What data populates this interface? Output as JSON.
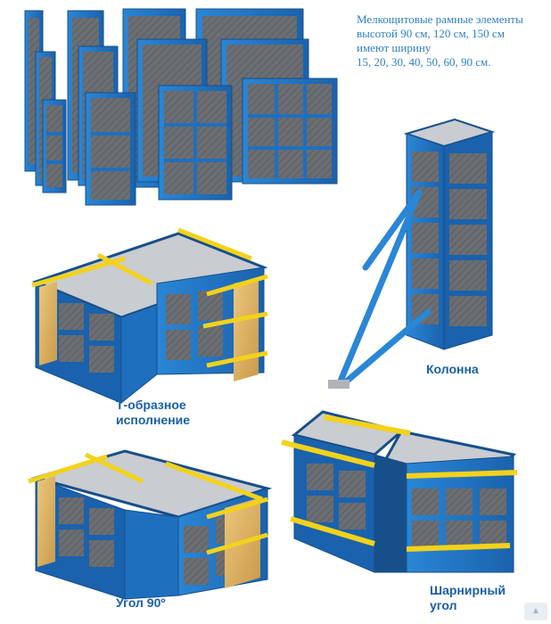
{
  "caption": {
    "line1": "Мелкощитовые рамные элементы",
    "line2": "высотой 90 см, 120 см, 150 см",
    "line3": "имеют ширину",
    "line4": "15, 20, 30, 40, 50, 60, 90 см."
  },
  "labels": {
    "column": "Колонна",
    "t_shape_line1": "Т-образное",
    "t_shape_line2": "исполнение",
    "corner90": "Угол 90º",
    "hinged_line1": "Шарнирный",
    "hinged_line2": "угол"
  },
  "colors": {
    "frame_blue": "#1f6fbf",
    "frame_dark": "#174f8a",
    "panel_gray": "#6b6e72",
    "plywood": "#e0b86a",
    "yellow_clamp": "#f3d21a",
    "label_blue": "#1a5fa8"
  }
}
